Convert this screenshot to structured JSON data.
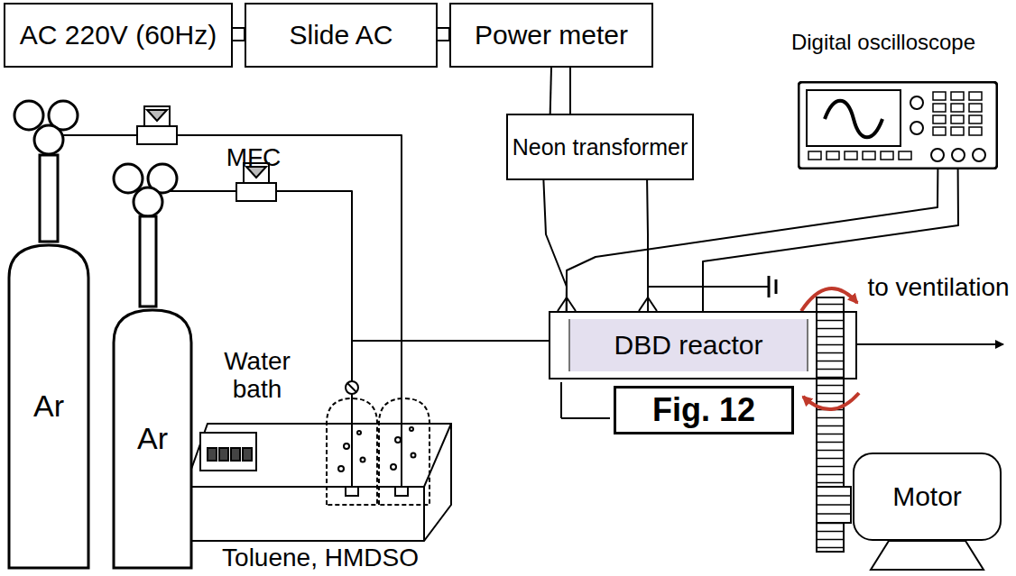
{
  "diagram": {
    "nodes": [
      {
        "text": [
          "AC 220V (60Hz)"
        ]
      },
      {
        "text": [
          "Slide AC"
        ]
      },
      {
        "text": [
          "Power meter"
        ]
      },
      {
        "text": [
          "Neon transformer"
        ]
      },
      {
        "text": [
          "Digital oscilloscope"
        ]
      },
      {
        "text": [
          "Ar"
        ]
      },
      {
        "text": [
          "Ar"
        ]
      },
      {
        "text": [
          "DBD reactor"
        ]
      },
      {
        "text": [
          "Fig. 12"
        ]
      },
      {
        "text": [
          "Motor"
        ]
      }
    ],
    "edges": [
      {
        "from": 0,
        "to": 1,
        "arrow": "none"
      },
      {
        "from": 1,
        "to": 2,
        "arrow": "none"
      },
      {
        "from": 2,
        "to": 3,
        "arrow": "none"
      },
      {
        "from": 3,
        "to": 7,
        "arrow": "none"
      },
      {
        "from": 3,
        "to": 7,
        "arrow": "none"
      },
      {
        "from": 4,
        "to": 7,
        "arrow": "none"
      },
      {
        "from": 4,
        "to": 7,
        "arrow": "none"
      },
      {
        "from": 5,
        "to": 7,
        "arrow": "none"
      },
      {
        "from": 6,
        "to": 7,
        "arrow": "none"
      }
    ],
    "labels": [
      "MFC",
      "Water bath",
      "Toluene, HMDSO",
      "to ventilation"
    ]
  }
}
